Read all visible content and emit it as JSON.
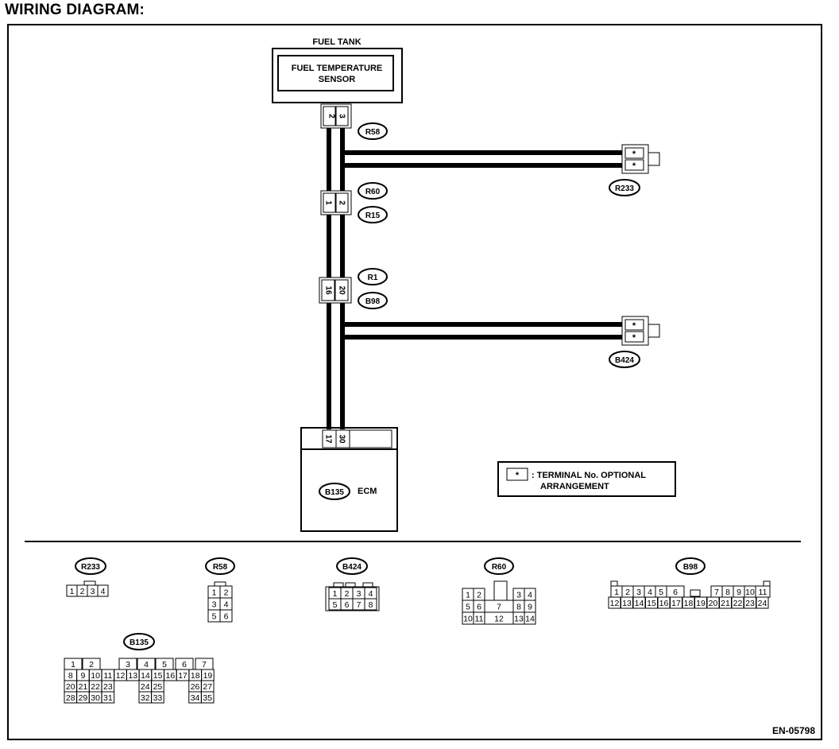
{
  "page_title": "WIRING DIAGRAM:",
  "fuel_tank": {
    "label": "FUEL TANK",
    "sensor_line1": "FUEL TEMPERATURE",
    "sensor_line2": "SENSOR"
  },
  "ecm": {
    "label": "ECM",
    "connector_tag": "B135",
    "pins": [
      "17",
      "30"
    ]
  },
  "connectors": {
    "r58": {
      "tag": "R58",
      "pins": [
        "2",
        "3"
      ]
    },
    "r60": {
      "tag": "R60",
      "pins": [
        "1",
        "2"
      ]
    },
    "r15": {
      "tag": "R15"
    },
    "r1": {
      "tag": "R1",
      "pins": [
        "16",
        "20"
      ]
    },
    "b98": {
      "tag": "B98"
    },
    "r233": {
      "tag": "R233",
      "pins": [
        "*",
        "*"
      ]
    },
    "b424": {
      "tag": "B424",
      "pins": [
        "*",
        "*"
      ]
    }
  },
  "legend": {
    "symbol": "*",
    "line1": ": TERMINAL No. OPTIONAL",
    "line2": "ARRANGEMENT"
  },
  "connector_views": {
    "r233": {
      "tag": "R233",
      "rows": [
        [
          "1",
          "2",
          "3",
          "4"
        ]
      ]
    },
    "r58": {
      "tag": "R58",
      "rows": [
        [
          "1",
          "2"
        ],
        [
          "3",
          "4"
        ],
        [
          "5",
          "6"
        ]
      ]
    },
    "b424": {
      "tag": "B424",
      "rows": [
        [
          "1",
          "2",
          "3",
          "4"
        ],
        [
          "5",
          "6",
          "7",
          "8"
        ]
      ]
    },
    "r60": {
      "tag": "R60",
      "rows": [
        [
          "1",
          "2",
          "3",
          "4"
        ],
        [
          "5",
          "6",
          "7",
          "8",
          "9"
        ],
        [
          "10",
          "11",
          "12",
          "13",
          "14"
        ]
      ]
    },
    "b98": {
      "tag": "B98",
      "rows": [
        [
          "1",
          "2",
          "3",
          "4",
          "5",
          "6",
          "7",
          "8",
          "9",
          "10",
          "11"
        ],
        [
          "12",
          "13",
          "14",
          "15",
          "16",
          "17",
          "18",
          "19",
          "20",
          "21",
          "22",
          "23",
          "24"
        ]
      ]
    },
    "b135": {
      "tag": "B135",
      "rows": [
        [
          "1",
          "2",
          "3",
          "4",
          "5",
          "6",
          "7"
        ],
        [
          "8",
          "9",
          "10",
          "11",
          "12",
          "13",
          "14",
          "15",
          "16",
          "17",
          "18",
          "19"
        ],
        [
          "20",
          "21",
          "22",
          "23",
          "24",
          "25",
          "26",
          "27"
        ],
        [
          "28",
          "29",
          "30",
          "31",
          "32",
          "33",
          "34",
          "35"
        ]
      ]
    }
  },
  "code": "EN-05798"
}
